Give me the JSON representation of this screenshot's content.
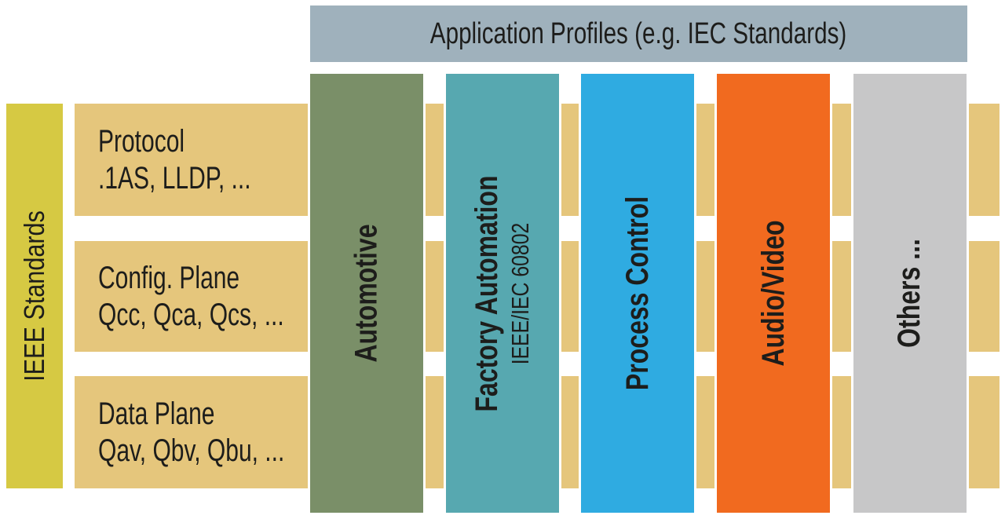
{
  "header": {
    "label": "Application Profiles (e.g. IEC Standards)",
    "bg": "#9fb1bc"
  },
  "side": {
    "label": "IEEE Standards",
    "bg": "#d6c943"
  },
  "rows": [
    {
      "title": "Protocol",
      "subtitle": ".1AS, LLDP, ...",
      "bg": "#e5c67c"
    },
    {
      "title": "Config. Plane",
      "subtitle": "Qcc, Qca, Qcs, ...",
      "bg": "#e5c67c"
    },
    {
      "title": "Data Plane",
      "subtitle": "Qav, Qbv, Qbu, ...",
      "bg": "#e5c67c"
    }
  ],
  "columns": [
    {
      "label": "Automotive",
      "sub": "",
      "bg": "#7a8f68"
    },
    {
      "label": "Factory Automation",
      "sub": "IEEE/IEC 60802",
      "bg": "#57a8b0"
    },
    {
      "label": "Process Control",
      "sub": "",
      "bg": "#2fabe1"
    },
    {
      "label": "Audio/Video",
      "sub": "",
      "bg": "#f16a1f"
    },
    {
      "label": "Others ...",
      "sub": "",
      "bg": "#c7c7c8"
    }
  ],
  "text_color": "#1d1d1b"
}
